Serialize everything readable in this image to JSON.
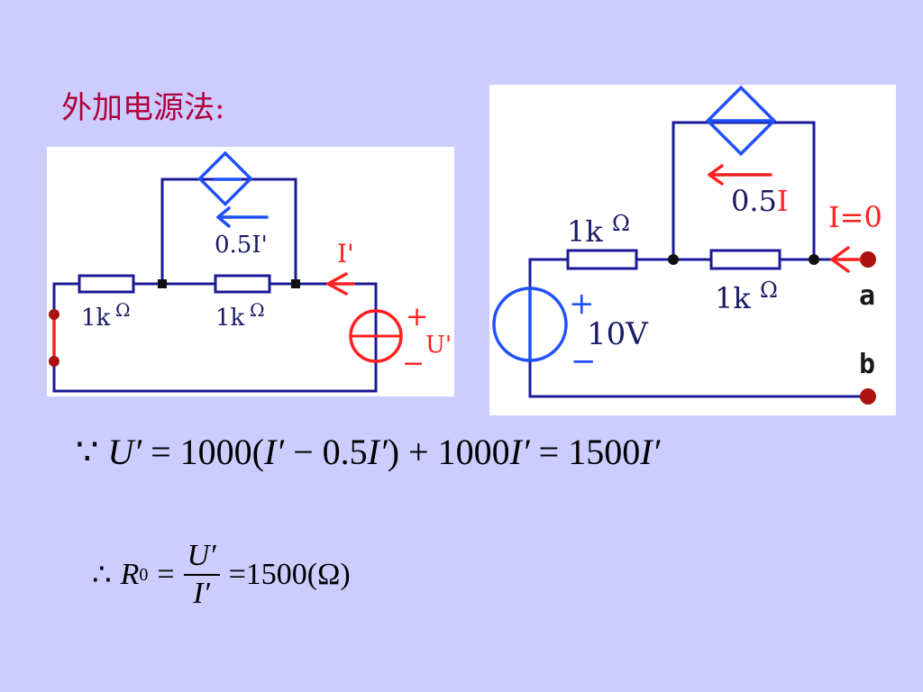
{
  "heading": "外加电源法:",
  "circuit_left": {
    "resistor_1_label": "1k",
    "resistor_2_label": "1k",
    "ohm_symbol": "Ω",
    "dependent_source_label": "0.5I'",
    "current_label": "I'",
    "plus_sign": "+",
    "minus_sign": "−",
    "voltage_label": "U'"
  },
  "circuit_right": {
    "resistor_1_label": "1k",
    "resistor_2_label": "1k",
    "ohm_symbol": "Ω",
    "dependent_source_label": "0.5",
    "dependent_source_var": "I",
    "current_label": "I=0",
    "source_plus": "+",
    "source_minus": "−",
    "source_voltage": "10V",
    "terminal_a": "a",
    "terminal_b": "b"
  },
  "equation_1": {
    "because": "∵",
    "lhs": "U′",
    "eq1": "=",
    "term1": "1000(",
    "i1": "I′",
    "minus": "−",
    "coef": "0.5",
    "i2": "I′",
    "close": ")",
    "plus": "+",
    "term2": "1000",
    "i3": "I′",
    "eq2": "=",
    "term3": "1500",
    "i4": "I′"
  },
  "equation_2": {
    "therefore": "∴",
    "r": "R",
    "r_sub": "0",
    "eq1": "=",
    "numerator": "U′",
    "denominator": "I′",
    "eq2": "=",
    "value": "1500(Ω)"
  }
}
